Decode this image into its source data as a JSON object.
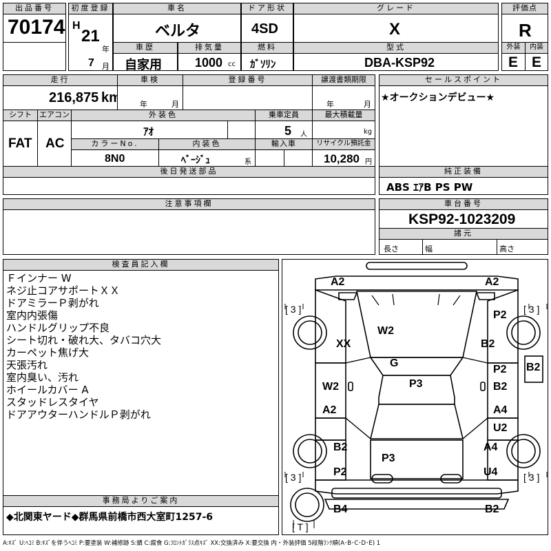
{
  "lot": {
    "label": "出品番号",
    "value": "70174"
  },
  "first_reg": {
    "label": "初度登録",
    "era": "H",
    "year": "21",
    "year_unit": "年",
    "month": "7",
    "month_unit": "月"
  },
  "car_name": {
    "label": "車名",
    "value": "ベルタ"
  },
  "door": {
    "label": "ドア形状",
    "value": "4SD"
  },
  "grade": {
    "label": "グレード",
    "value": "X"
  },
  "score": {
    "label": "評価点",
    "value": "R"
  },
  "history": {
    "label": "車歴",
    "value": "自家用"
  },
  "displacement": {
    "label": "排気量",
    "value": "1000",
    "unit": "cc"
  },
  "fuel": {
    "label": "燃料",
    "value": "ｶﾞｿﾘﾝ"
  },
  "model": {
    "label": "型式",
    "value": "DBA-KSP92"
  },
  "exterior": {
    "label": "外装",
    "value": "E"
  },
  "interior": {
    "label": "内装",
    "value": "E"
  },
  "mileage": {
    "label": "走行",
    "value": "216,875",
    "unit": "km"
  },
  "inspection": {
    "label": "車検",
    "year_unit": "年",
    "month_unit": "月"
  },
  "reg_no": {
    "label": "登録番号"
  },
  "transfer_deadline": {
    "label": "譲渡書類期限",
    "year_unit": "年",
    "month_unit": "月"
  },
  "shift": {
    "label": "シフト",
    "value": "FAT"
  },
  "aircon": {
    "label": "エアコン",
    "value": "AC"
  },
  "ext_color": {
    "label": "外装色",
    "value": "ｱｵ"
  },
  "capacity": {
    "label": "乗車定員",
    "value": "5",
    "unit": "人"
  },
  "max_load": {
    "label": "最大積載量",
    "unit": "kg"
  },
  "color_no": {
    "label": "カラーNo.",
    "value": "8N0"
  },
  "int_color": {
    "label": "内装色",
    "value": "ﾍﾞｰｼﾞｭ",
    "unit": "系"
  },
  "import_car": {
    "label": "輸入車"
  },
  "recycle": {
    "label": "リサイクル預託金",
    "value": "10,280",
    "unit": "円"
  },
  "sales_point": {
    "label": "セールスポイント",
    "value": "★オークションデビュー★"
  },
  "later_parts": {
    "label": "後日発送部品"
  },
  "equipment": {
    "label": "純正装備",
    "value": "ABS ｴｱB PS PW"
  },
  "caution": {
    "label": "注意事項欄"
  },
  "chassis": {
    "label": "車台番号",
    "value": "KSP92-1023209"
  },
  "dimensions": {
    "label": "諸元",
    "length": "長さ",
    "width": "幅",
    "height": "高さ"
  },
  "inspector": {
    "label": "検査員記入欄",
    "notes": [
      "Ｆインナー W",
      "ネジ止コアサポートＸＸ",
      "ドアミラーＰ剥がれ",
      "室内内張傷",
      "ハンドルグリップ不良",
      "シート切れ・破れ大、タバコ穴大",
      "カーペット焦げ大",
      "天張汚れ",
      "室内臭い、汚れ",
      "ホイールカバー A",
      "スタッドレスタイヤ",
      "ドアアウターハンドルＰ剥がれ"
    ]
  },
  "office": {
    "label": "事務局よりご案内",
    "value": "◆北関東ヤード◆群馬県前橋市西大室町1257-6"
  },
  "legend": "A:ｷｽﾞ U:ﾍｺﾐ B:ｷｽﾞを伴うﾍｺﾐ P:要塗装 W:補修跡 S:錆 C:腐食 G:ﾌﾛﾝﾄｶﾞﾗｽ点ｷｽﾞ XX:交換済み X:要交換  内・外装評価 5段階ﾗﾝｸ順(A･B･C･D･E) 1",
  "diagram": {
    "tire_fl": "[ 3 ]",
    "tire_fr": "[ 3 ]",
    "tire_rl": "[ 3 ]",
    "tire_rr": "[ 3 ]",
    "spare": "[ T ]",
    "marks": {
      "A2_fl": "A2",
      "A2_fr": "A2",
      "XX": "XX",
      "W2_hood": "W2",
      "P2_fr": "P2",
      "B2_fr": "B2",
      "G": "G",
      "B2_far": "B2",
      "P2_rdoor": "P2",
      "W2_ldoor": "W2",
      "P3_roof": "P3",
      "B2_rdoor": "B2",
      "A2_lrdoor": "A2",
      "A4_rrdoor": "A4",
      "U2": "U2",
      "B2_lq": "B2",
      "A4_rq": "A4",
      "P3_trunk": "P3",
      "P2_lq": "P2",
      "U4": "U4",
      "B4": "B4",
      "B2_rear": "B2"
    }
  }
}
